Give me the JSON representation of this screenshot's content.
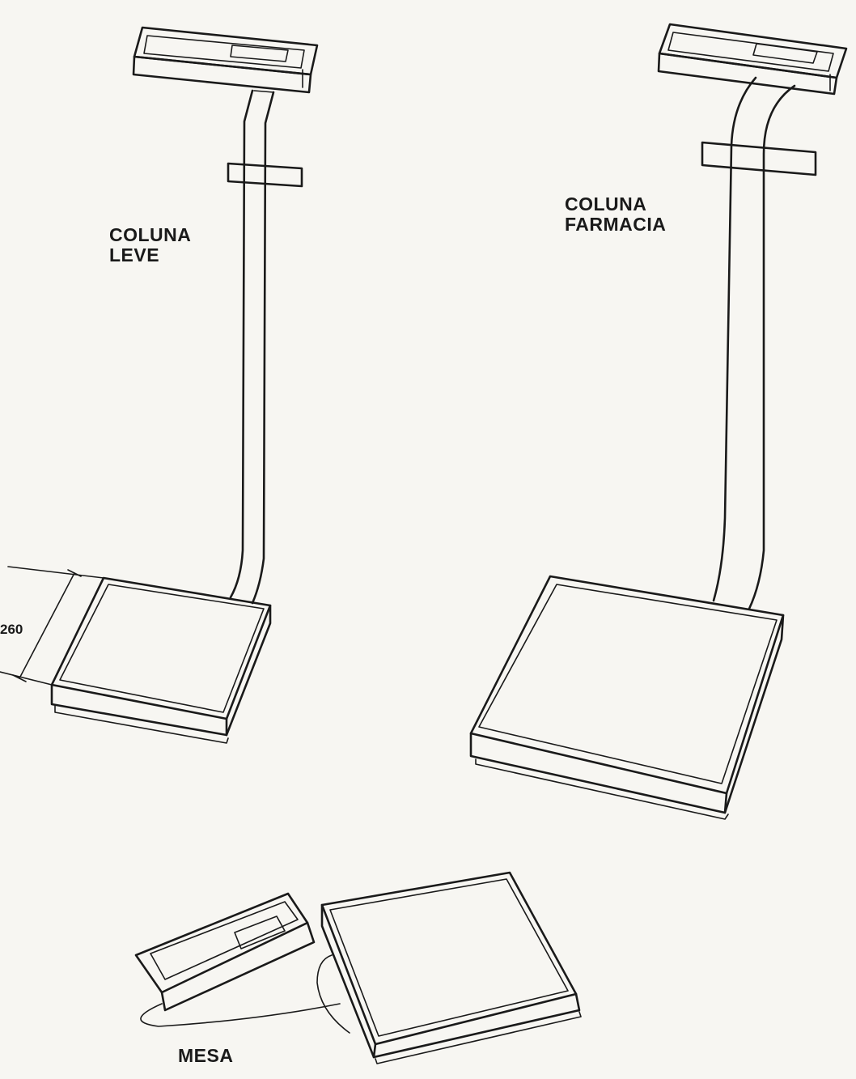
{
  "title": "",
  "labels": {
    "coluna_leve": [
      "COLUNA",
      "LEVE"
    ],
    "coluna_farmacia": [
      "COLUNA",
      "FARMACIA"
    ],
    "mesa": "MESA"
  },
  "dimension": "260",
  "colors": {
    "paper": "#f7f6f2",
    "ink": "#1a1a1a"
  }
}
